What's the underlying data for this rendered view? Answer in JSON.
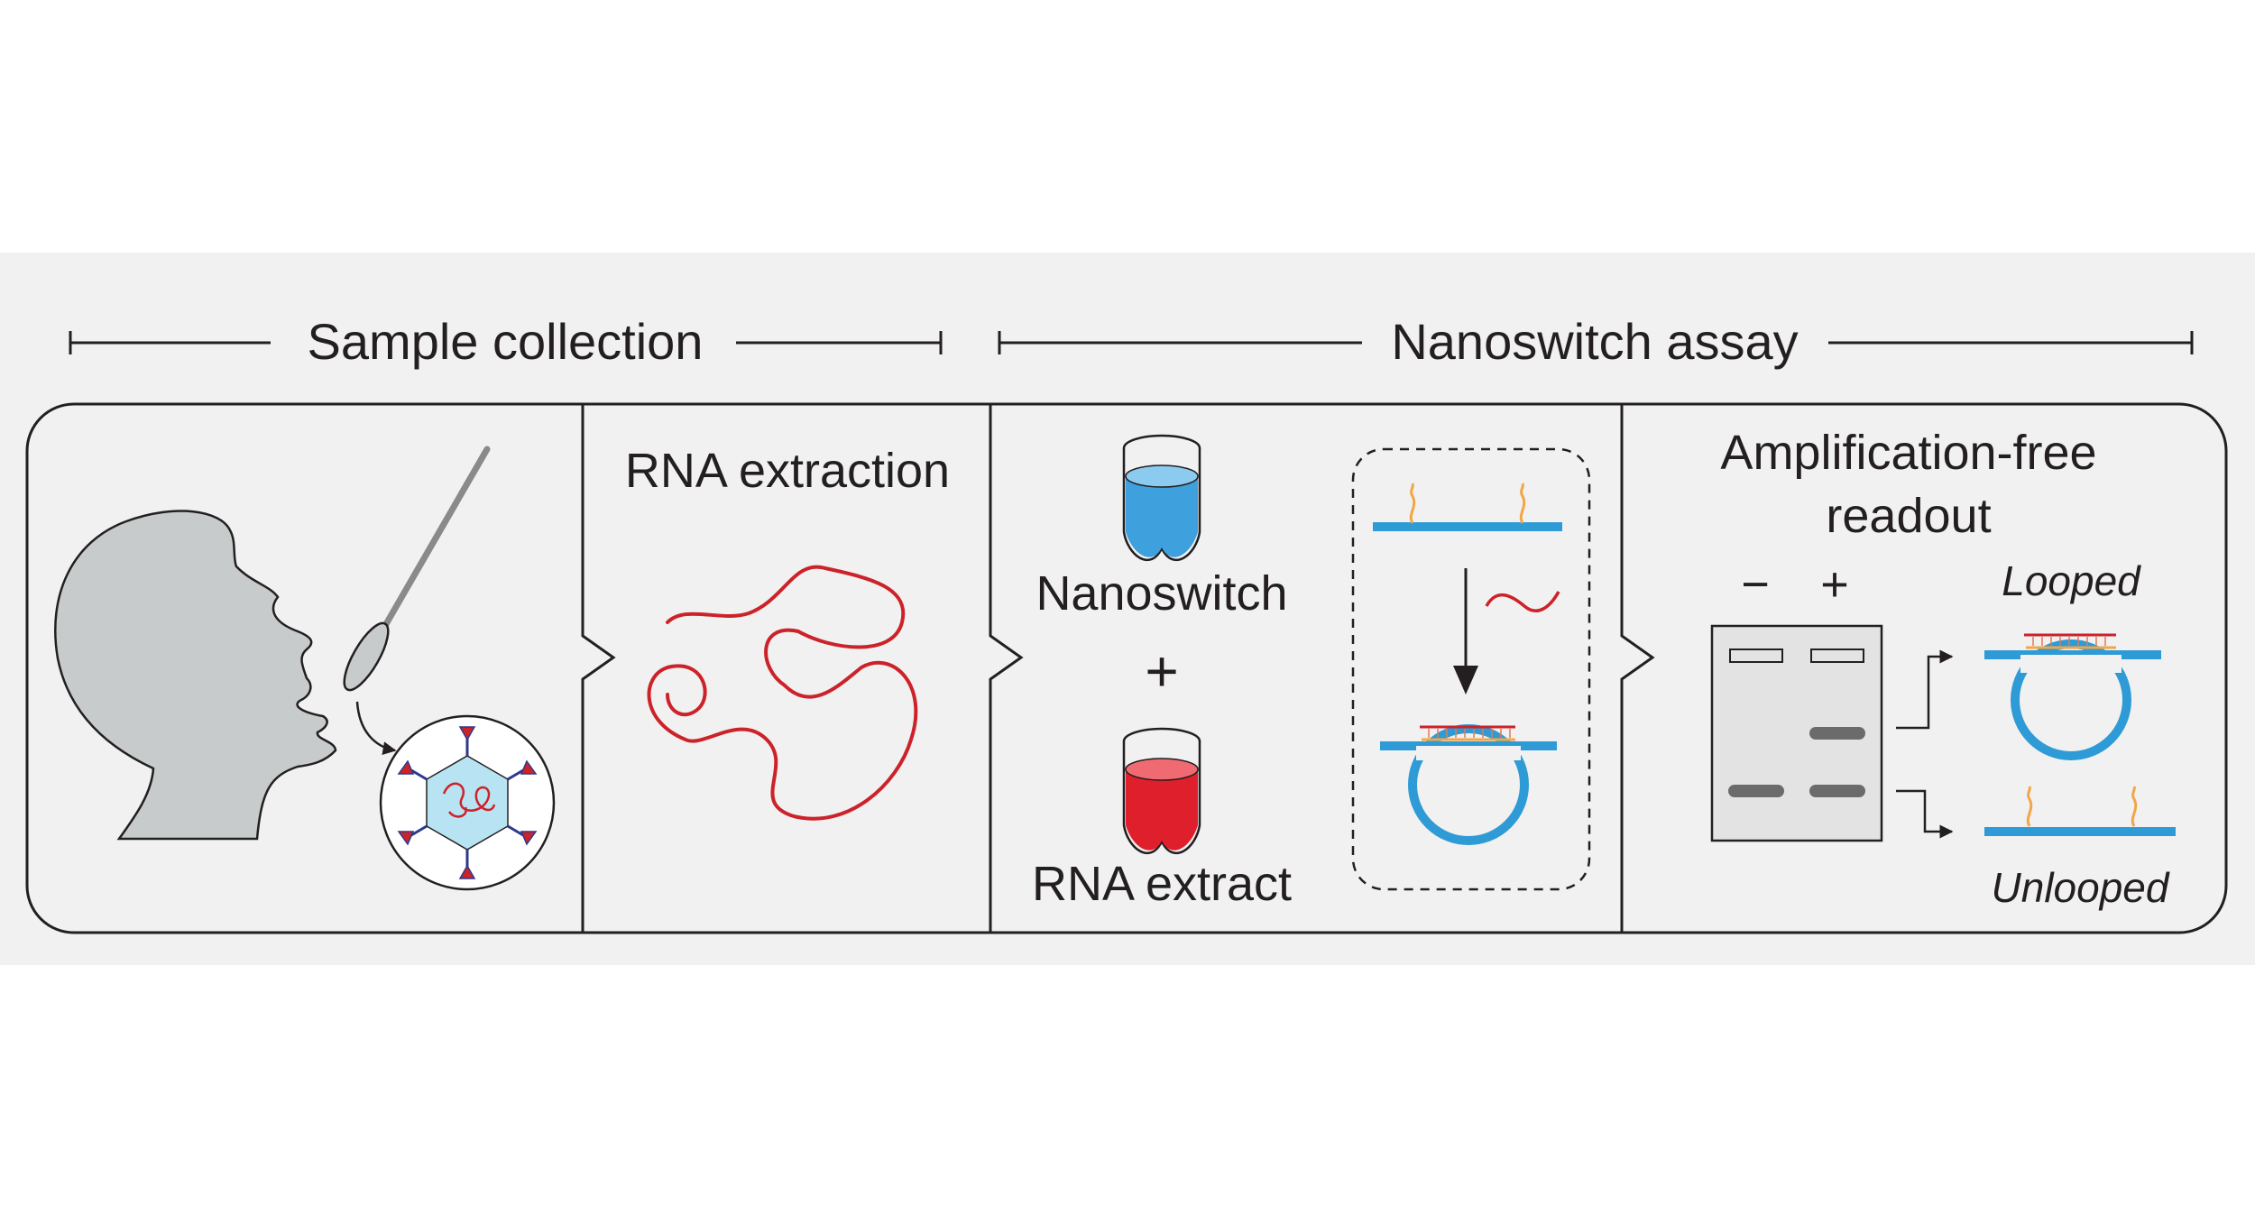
{
  "headers": {
    "sample_collection": "Sample collection",
    "nanoswitch_assay": "Nanoswitch assay"
  },
  "panels": {
    "rna_extraction": {
      "title": "RNA extraction"
    },
    "reagents": {
      "nanoswitch_label": "Nanoswitch",
      "plus_sign": "+",
      "rna_extract_label": "RNA extract"
    },
    "readout": {
      "title_line1": "Amplification-free",
      "title_line2": "readout",
      "lane_minus": "−",
      "lane_plus": "+",
      "looped_label": "Looped",
      "unlooped_label": "Unlooped"
    }
  },
  "colors": {
    "band_background": "#f1f1f1",
    "head_silhouette": "#c8cbcb",
    "rna_strand": "#cc2229",
    "nanoswitch_blue": "#2e9bd6",
    "nanoswitch_liquid": "#3ea0dd",
    "rna_extract_liquid": "#e01f2d",
    "probe_orange": "#f2a646",
    "gel": "#e3e3e3",
    "gel_band": "#6b6b6b",
    "virus_capsid": "#b8e3f2"
  },
  "icons": {
    "head": "head-profile-icon",
    "swab": "swab-icon",
    "virus": "virus-particle-icon",
    "tube": "microcentrifuge-tube-icon",
    "gel": "gel-electrophoresis-icon"
  }
}
